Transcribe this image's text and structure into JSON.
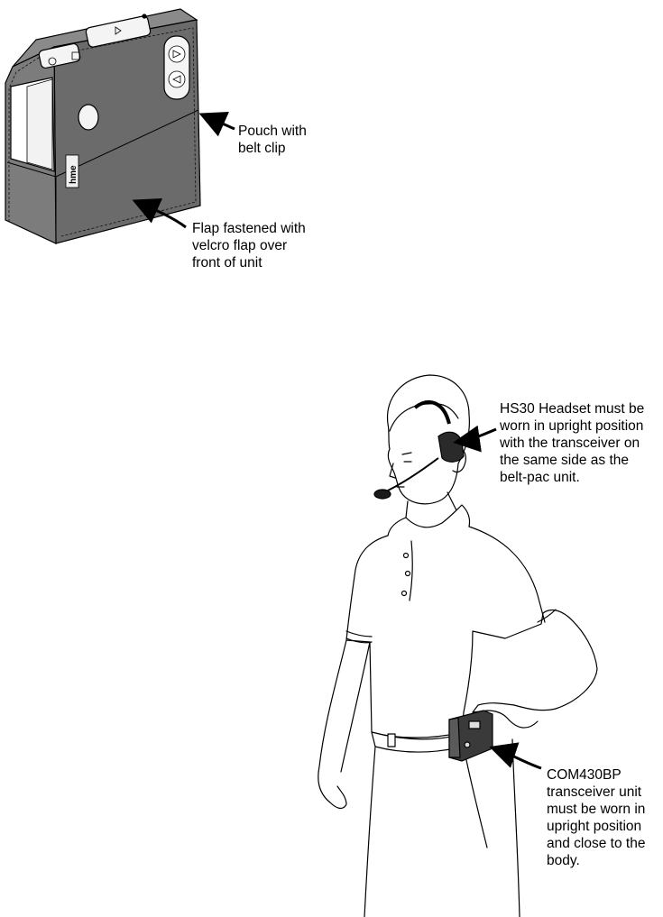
{
  "callouts": {
    "pouch": {
      "lines": [
        "Pouch with",
        "belt clip"
      ]
    },
    "flap": {
      "lines": [
        "Flap fastened with",
        "velcro flap over",
        "front of unit"
      ]
    },
    "headset": {
      "lines": [
        "HS30 Headset must be",
        "worn in upright position",
        "with the transceiver on",
        "the same side as the",
        "belt-pac unit."
      ]
    },
    "transceiver": {
      "lines": [
        "COM430BP",
        "transceiver unit",
        "must be worn in",
        "upright position",
        "and close to the",
        "body."
      ]
    }
  },
  "device": {
    "logo_text": "hme"
  },
  "colors": {
    "pouch_fill": "#6b6b6b",
    "pouch_side": "#8a8a8a",
    "headset_fill": "#2a2a2a",
    "line": "#000000"
  }
}
